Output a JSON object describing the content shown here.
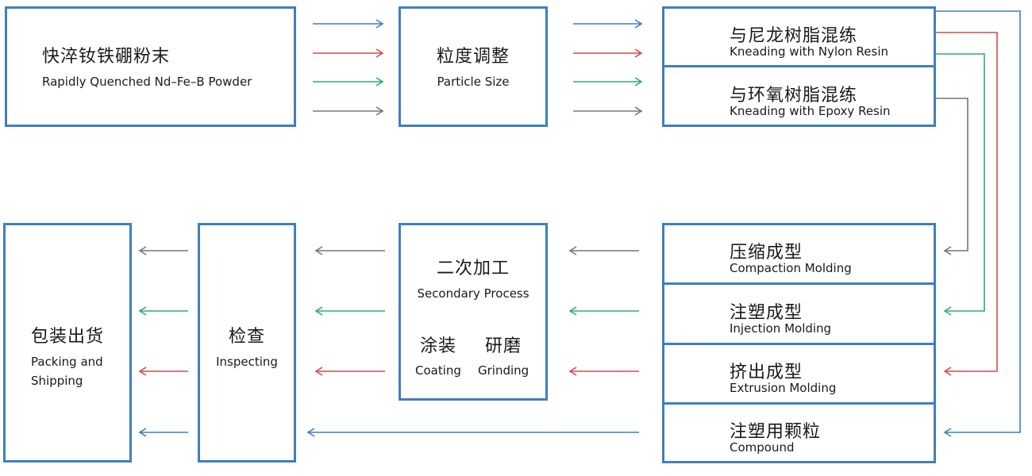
{
  "nodes": {
    "raw_powder": {
      "cn": "快淬钕铁硼粉末",
      "en": "Rapidly Quenched Nd–Fe–B Powder"
    },
    "particle_size": {
      "cn": "粒度调整",
      "en": "Particle Size"
    },
    "kneading_nylon": {
      "cn": "与尼龙树脂混练",
      "en": "Kneading with Nylon Resin"
    },
    "kneading_epoxy": {
      "cn": "与环氧树脂混练",
      "en": "Kneading with Epoxy Resin"
    },
    "compaction": {
      "cn": "压缩成型",
      "en": "Compaction Molding"
    },
    "injection": {
      "cn": "注塑成型",
      "en": "Injection Molding"
    },
    "extrusion": {
      "cn": "挤出成型",
      "en": "Extrusion Molding"
    },
    "compound": {
      "cn": "注塑用颗粒",
      "en": "Compound"
    },
    "secondary": {
      "cn": "二次加工",
      "en": "Secondary Process",
      "coating_cn": "涂装",
      "coating_en": "Coating",
      "grinding_cn": "研磨",
      "grinding_en": "Grinding"
    },
    "inspecting": {
      "cn": "检查",
      "en": "Inspecting"
    },
    "packing": {
      "cn": "包装出货",
      "en_line1": "Packing and",
      "en_line2": "Shipping"
    }
  },
  "colors": {
    "border": "#3f7fbf",
    "blue": "#3f7fbf",
    "red": "#d94a4a",
    "green": "#2fae6a",
    "gray": "#777777"
  }
}
